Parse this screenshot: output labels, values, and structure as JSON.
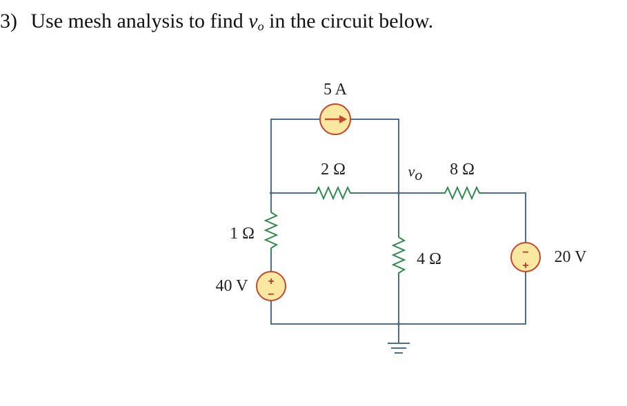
{
  "problem": {
    "number": "3)",
    "text_before": "Use mesh analysis to find",
    "var_main": "v",
    "var_sub": "o",
    "text_after": "in the circuit below."
  },
  "circuit": {
    "current_source": {
      "label": "5 A"
    },
    "resistor_2": {
      "label": "2 Ω"
    },
    "resistor_8": {
      "label": "8 Ω"
    },
    "resistor_1": {
      "label": "1 Ω"
    },
    "resistor_4": {
      "label": "4 Ω"
    },
    "source_40": {
      "label": "40 V",
      "top_sign": "+",
      "bottom_sign": "−"
    },
    "source_20": {
      "label": "20 V",
      "top_sign": "−",
      "bottom_sign": "+"
    },
    "node_label": {
      "main": "v",
      "sub": "o"
    }
  },
  "colors": {
    "wire": "#4a6d8c",
    "resistor": "#2e8a4e",
    "source_fill": "#fbe8a0",
    "source_stroke": "#c8462e"
  }
}
